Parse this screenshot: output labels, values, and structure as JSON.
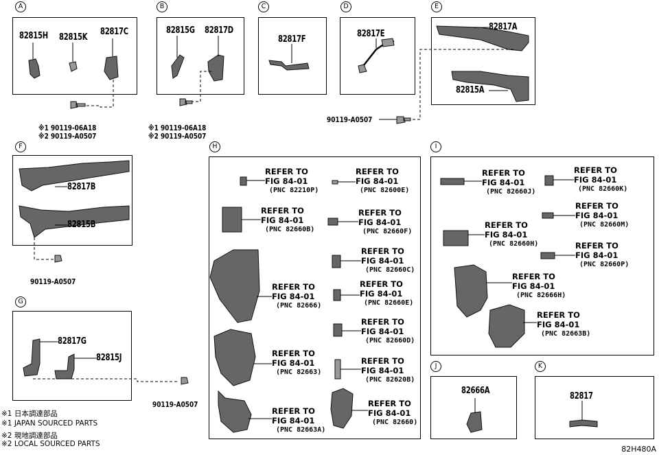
{
  "sections": {
    "A": {
      "letter": "A",
      "parts": [
        "82815H",
        "82815K",
        "82817C"
      ],
      "bolt": "90119-06A18",
      "bolt2": "90119-A0507"
    },
    "B": {
      "letter": "B",
      "parts": [
        "82815G",
        "82817D"
      ],
      "bolt": "90119-06A18",
      "bolt2": "90119-A0507"
    },
    "C": {
      "letter": "C",
      "parts": [
        "82817F"
      ]
    },
    "D": {
      "letter": "D",
      "parts": [
        "82817E"
      ]
    },
    "E": {
      "letter": "E",
      "parts": [
        "82817A",
        "82815A"
      ],
      "bolt": "90119-A0507"
    },
    "F": {
      "letter": "F",
      "parts": [
        "82817B",
        "82815B"
      ],
      "bolt": "90119-A0507"
    },
    "G": {
      "letter": "G",
      "parts": [
        "82817G",
        "82815J"
      ],
      "bolt": "90119-A0507"
    },
    "H": {
      "letter": "H",
      "refs": [
        {
          "l1": "REFER TO",
          "l2": "FIG 84-01",
          "pnc": "(PNC 82210P)"
        },
        {
          "l1": "REFER TO",
          "l2": "FIG 84-01",
          "pnc": "(PNC 82600E)"
        },
        {
          "l1": "REFER TO",
          "l2": "FIG 84-01",
          "pnc": "(PNC 82660B)"
        },
        {
          "l1": "REFER TO",
          "l2": "FIG 84-01",
          "pnc": "(PNC 82660F)"
        },
        {
          "l1": "REFER TO",
          "l2": "FIG 84-01",
          "pnc": "(PNC 82660C)"
        },
        {
          "l1": "REFER TO",
          "l2": "FIG 84-01",
          "pnc": "(PNC 82666)"
        },
        {
          "l1": "REFER TO",
          "l2": "FIG 84-01",
          "pnc": "(PNC 82660E)"
        },
        {
          "l1": "REFER TO",
          "l2": "FIG 84-01",
          "pnc": "(PNC 82660D)"
        },
        {
          "l1": "REFER TO",
          "l2": "FIG 84-01",
          "pnc": "(PNC 82663)"
        },
        {
          "l1": "REFER TO",
          "l2": "FIG 84-01",
          "pnc": "(PNC 82620B)"
        },
        {
          "l1": "REFER TO",
          "l2": "FIG 84-01",
          "pnc": "(PNC 82663A)"
        },
        {
          "l1": "REFER TO",
          "l2": "FIG 84-01",
          "pnc": "(PNC 82660)"
        }
      ]
    },
    "I": {
      "letter": "I",
      "refs": [
        {
          "l1": "REFER TO",
          "l2": "FIG 84-01",
          "pnc": "(PNC 82660J)"
        },
        {
          "l1": "REFER TO",
          "l2": "FIG 84-01",
          "pnc": "(PNC 82660K)"
        },
        {
          "l1": "REFER TO",
          "l2": "FIG 84-01",
          "pnc": "(PNC 82660M)"
        },
        {
          "l1": "REFER TO",
          "l2": "FIG 84-01",
          "pnc": "(PNC 82660H)"
        },
        {
          "l1": "REFER TO",
          "l2": "FIG 84-01",
          "pnc": "(PNC 82660P)"
        },
        {
          "l1": "REFER TO",
          "l2": "FIG 84-01",
          "pnc": "(PNC 82666H)"
        },
        {
          "l1": "REFER TO",
          "l2": "FIG 84-01",
          "pnc": "(PNC 82663B)"
        }
      ]
    },
    "J": {
      "letter": "J",
      "parts": [
        "82666A"
      ]
    },
    "K": {
      "letter": "K",
      "parts": [
        "82817"
      ]
    }
  },
  "marks": {
    "m1": "※1",
    "m2": "※2"
  },
  "notes": [
    "※1 日本調達部品",
    "※1 JAPAN SOURCED PARTS",
    "※2 現地調達部品",
    "※2 LOCAL SOURCED PARTS"
  ],
  "diagram_code": "82H480A"
}
